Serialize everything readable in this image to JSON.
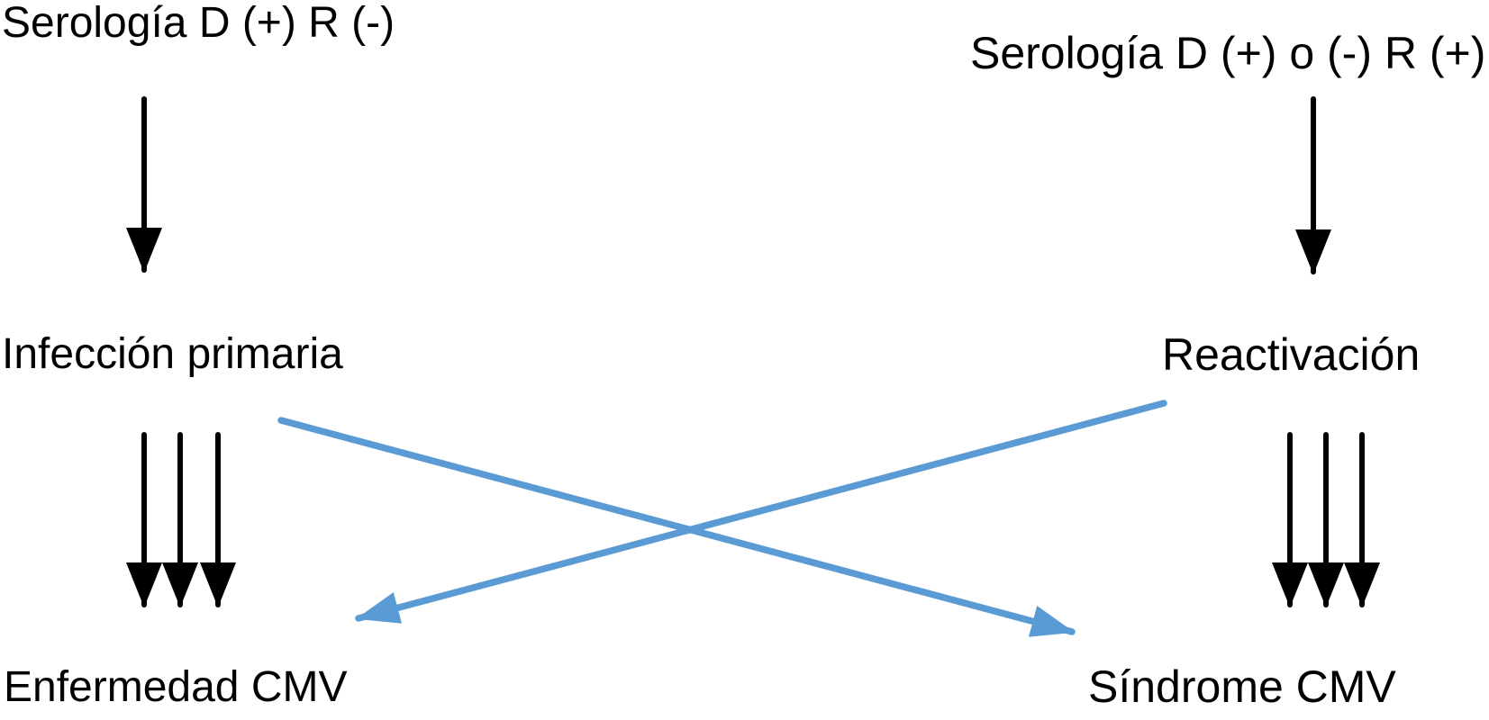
{
  "diagram": {
    "description": "CMV infection pathway diagram",
    "nodes": {
      "left_serology": "Serología D (+) R (-)",
      "right_serology": "Serología D (+) o (-) R (+)",
      "left_stage": "Infección primaria",
      "right_stage": "Reactivación",
      "left_outcome": "Enfermedad CMV",
      "right_outcome": "Síndrome CMV"
    },
    "colors": {
      "black_arrow": "#000000",
      "blue_arrow": "#5b9bd5",
      "background": "#ffffff",
      "text": "#000000"
    }
  }
}
